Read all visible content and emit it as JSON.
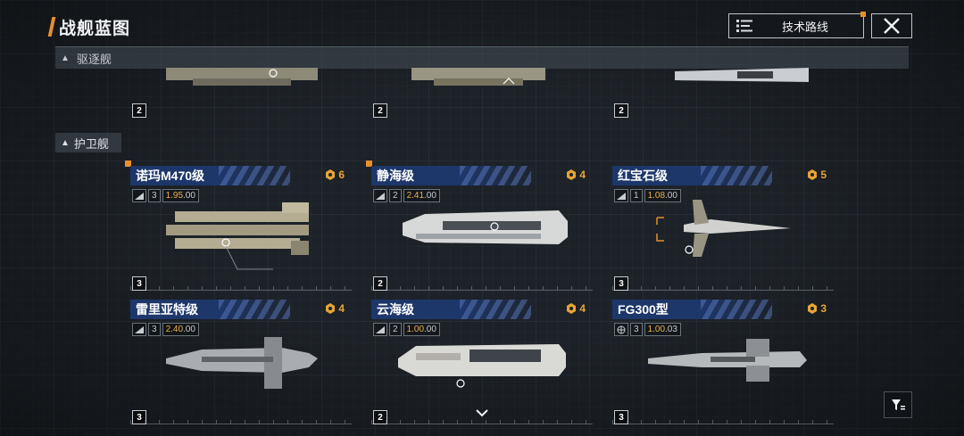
{
  "header": {
    "title": "战舰蓝图",
    "tech_button_label": "技术路线"
  },
  "sections": [
    {
      "label": "驱逐舰"
    },
    {
      "label": "护卫舰"
    }
  ],
  "destroyer_tiers": [
    "2",
    "2",
    "2"
  ],
  "frigates": [
    {
      "name": "诺玛M470级",
      "cost": "6",
      "tier": "3",
      "stat_level": "3",
      "stat_value": "1.95",
      "stat_sub": ".00",
      "highlight": true
    },
    {
      "name": "静海级",
      "cost": "4",
      "tier": "2",
      "stat_level": "2",
      "stat_value": "2.41",
      "stat_sub": ".00",
      "highlight": true
    },
    {
      "name": "红宝石级",
      "cost": "5",
      "tier": "3",
      "stat_level": "1",
      "stat_value": "1.08",
      "stat_sub": ".00",
      "highlight": false
    },
    {
      "name": "雷里亚特级",
      "cost": "4",
      "tier": "3",
      "stat_level": "3",
      "stat_value": "2.40",
      "stat_sub": ".00",
      "highlight": false
    },
    {
      "name": "云海级",
      "cost": "4",
      "tier": "2",
      "stat_level": "2",
      "stat_value": "1.00",
      "stat_sub": ".00",
      "highlight": false
    },
    {
      "name": "FG300型",
      "cost": "3",
      "tier": "3",
      "stat_level": "3",
      "stat_value": "1.00",
      "stat_sub": ".03",
      "highlight": false
    }
  ],
  "colors": {
    "accent": "#e8902a",
    "card_header": "#1e386e",
    "cost": "#e8a435"
  },
  "icons": {
    "close": "close-icon",
    "filter": "filter-icon",
    "scroll_down": "chevron-down-icon"
  }
}
